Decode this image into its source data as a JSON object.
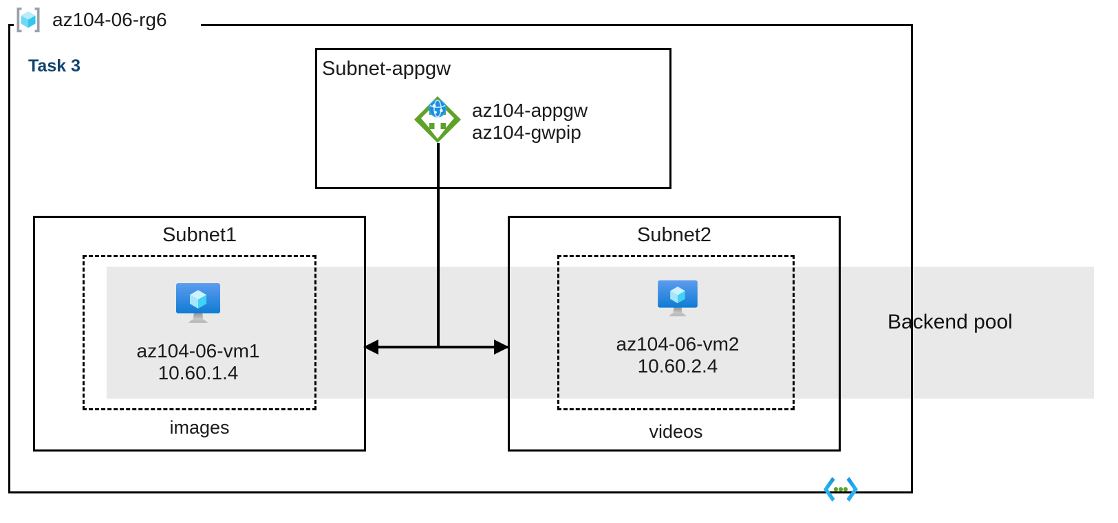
{
  "diagram": {
    "resource_group": {
      "name": "az104-06-rg6",
      "icon": "resource-group-cube-icon"
    },
    "task_label": "Task 3",
    "accent_colors": {
      "task_text": "#12456f",
      "backend_band": "#e9e9e9",
      "app_gateway_green": "#5fa22a",
      "vm_blue": "#0078d4",
      "cube_cyan": "#9fe7fb",
      "code_icon_cyan": "#32c5f4",
      "code_icon_blue": "#1a8fe0",
      "code_icon_dot_green": "#5fa22a",
      "outline": "#000000"
    },
    "backend_pool": {
      "label": "Backend pool"
    },
    "subnets": [
      {
        "id": "subnet-appgw",
        "title": "Subnet-appgw",
        "resources": [
          {
            "icon": "application-gateway-icon",
            "lines": [
              "az104-appgw",
              "az104-gwpip"
            ]
          }
        ]
      },
      {
        "id": "subnet1",
        "title": "Subnet1",
        "storage_label": "images",
        "vm": {
          "icon": "virtual-machine-icon",
          "name": "az104-06-vm1",
          "ip": "10.60.1.4"
        }
      },
      {
        "id": "subnet2",
        "title": "Subnet2",
        "storage_label": "videos",
        "vm": {
          "icon": "virtual-machine-icon",
          "name": "az104-06-vm2",
          "ip": "10.60.2.4"
        }
      }
    ],
    "connectors": [
      {
        "id": "appgw-to-subnets",
        "type": "vertical-line"
      },
      {
        "id": "subnet1-subnet2-link",
        "type": "double-headed-arrow"
      }
    ],
    "code_icon": {
      "name": "code-brackets-icon",
      "dots": 3
    }
  }
}
